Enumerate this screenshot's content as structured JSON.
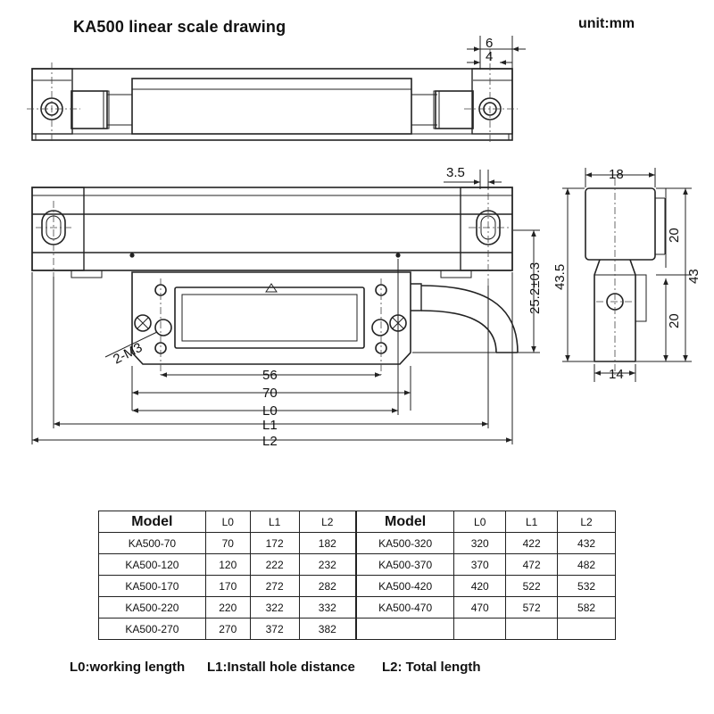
{
  "title": "KA500 linear scale drawing",
  "unit": "unit:mm",
  "dims": {
    "d6": "6",
    "d4": "4",
    "d3_5": "3.5",
    "d18": "18",
    "d20a": "20",
    "d20b": "20",
    "d43": "43",
    "d43_5": "43.5",
    "d14": "14",
    "d25": "25.2±0.3",
    "m3": "2-M3",
    "d56": "56",
    "d70": "70",
    "L0": "L0",
    "L1": "L1",
    "L2": "L2"
  },
  "table": {
    "headers": [
      "Model",
      "L0",
      "L1",
      "L2"
    ],
    "left": [
      [
        "KA500-70",
        "70",
        "172",
        "182"
      ],
      [
        "KA500-120",
        "120",
        "222",
        "232"
      ],
      [
        "KA500-170",
        "170",
        "272",
        "282"
      ],
      [
        "KA500-220",
        "220",
        "322",
        "332"
      ],
      [
        "KA500-270",
        "270",
        "372",
        "382"
      ]
    ],
    "right": [
      [
        "KA500-320",
        "320",
        "422",
        "432"
      ],
      [
        "KA500-370",
        "370",
        "472",
        "482"
      ],
      [
        "KA500-420",
        "420",
        "522",
        "532"
      ],
      [
        "KA500-470",
        "470",
        "572",
        "582"
      ],
      [
        "",
        "",
        "",
        ""
      ]
    ]
  },
  "legend": {
    "l0": "L0:working length",
    "l1": "L1:Install hole distance",
    "l2": "L2: Total length"
  }
}
